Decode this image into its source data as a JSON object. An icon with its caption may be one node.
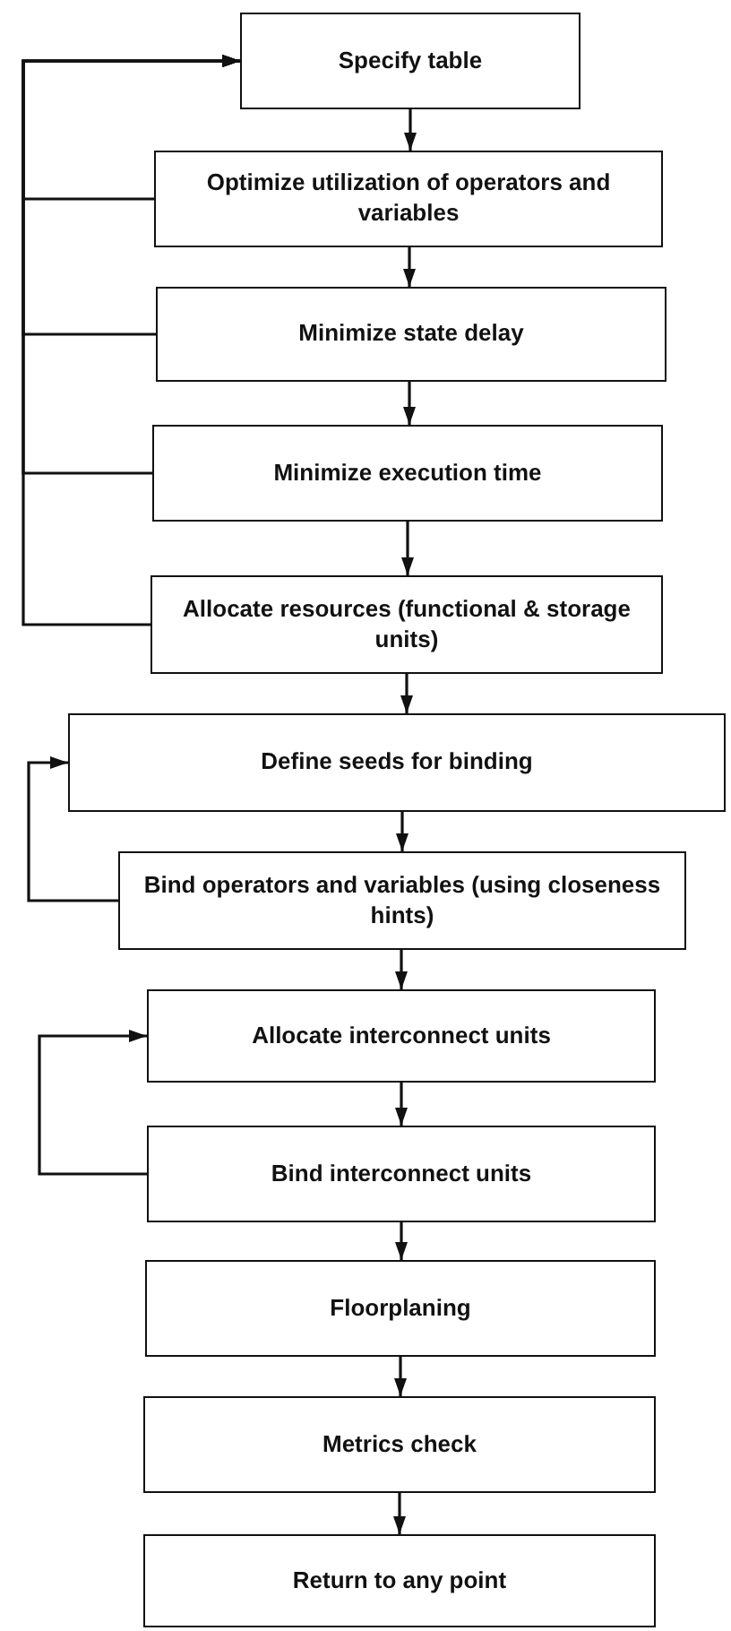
{
  "diagram": {
    "nodes": [
      {
        "text": [
          "Specify table"
        ]
      },
      {
        "text": [
          "Optimize utilization of operators and variables"
        ]
      },
      {
        "text": [
          "Minimize state delay"
        ]
      },
      {
        "text": [
          "Minimize execution time"
        ]
      },
      {
        "text": [
          "Allocate resources (functional & storage units)"
        ]
      },
      {
        "text": [
          "Define seeds for binding"
        ]
      },
      {
        "text": [
          "Bind operators and variables (using closeness hints)"
        ]
      },
      {
        "text": [
          "Allocate interconnect units"
        ]
      },
      {
        "text": [
          "Bind interconnect units"
        ]
      },
      {
        "text": [
          "Floorplaning"
        ]
      },
      {
        "text": [
          "Metrics check"
        ]
      },
      {
        "text": [
          "Return to any point"
        ]
      }
    ],
    "edges": [
      {
        "from": 0,
        "to": 1,
        "arrow": "to"
      },
      {
        "from": 1,
        "to": 2,
        "arrow": "to"
      },
      {
        "from": 2,
        "to": 3,
        "arrow": "to"
      },
      {
        "from": 3,
        "to": 4,
        "arrow": "to"
      },
      {
        "from": 4,
        "to": 5,
        "arrow": "to"
      },
      {
        "from": 5,
        "to": 6,
        "arrow": "to"
      },
      {
        "from": 6,
        "to": 7,
        "arrow": "to"
      },
      {
        "from": 7,
        "to": 8,
        "arrow": "to"
      },
      {
        "from": 8,
        "to": 9,
        "arrow": "to"
      },
      {
        "from": 9,
        "to": 10,
        "arrow": "to"
      },
      {
        "from": 10,
        "to": 11,
        "arrow": "to"
      },
      {
        "from": 1,
        "to": 0,
        "arrow": "to"
      },
      {
        "from": 2,
        "to": 0,
        "arrow": "to"
      },
      {
        "from": 3,
        "to": 0,
        "arrow": "to"
      },
      {
        "from": 4,
        "to": 0,
        "arrow": "to"
      },
      {
        "from": 6,
        "to": 5,
        "arrow": "to"
      },
      {
        "from": 8,
        "to": 7,
        "arrow": "to"
      }
    ]
  }
}
